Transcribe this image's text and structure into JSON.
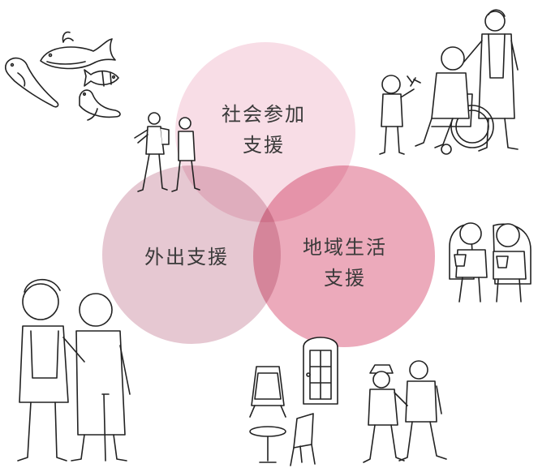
{
  "circles": [
    {
      "id": "social",
      "lines": [
        "社会参加",
        "支援"
      ],
      "color": "#f8dde6"
    },
    {
      "id": "outing",
      "lines": [
        "外出支援"
      ],
      "color": "#e6c8d2"
    },
    {
      "id": "local",
      "lines": [
        "地域生活",
        "支援"
      ],
      "color": "#ecaabb"
    }
  ],
  "illustrations": [
    "sea-animals",
    "walking-pair",
    "wheelchair-scene",
    "theater-audience",
    "caregiver-elder",
    "cafe-door",
    "walking-men"
  ]
}
